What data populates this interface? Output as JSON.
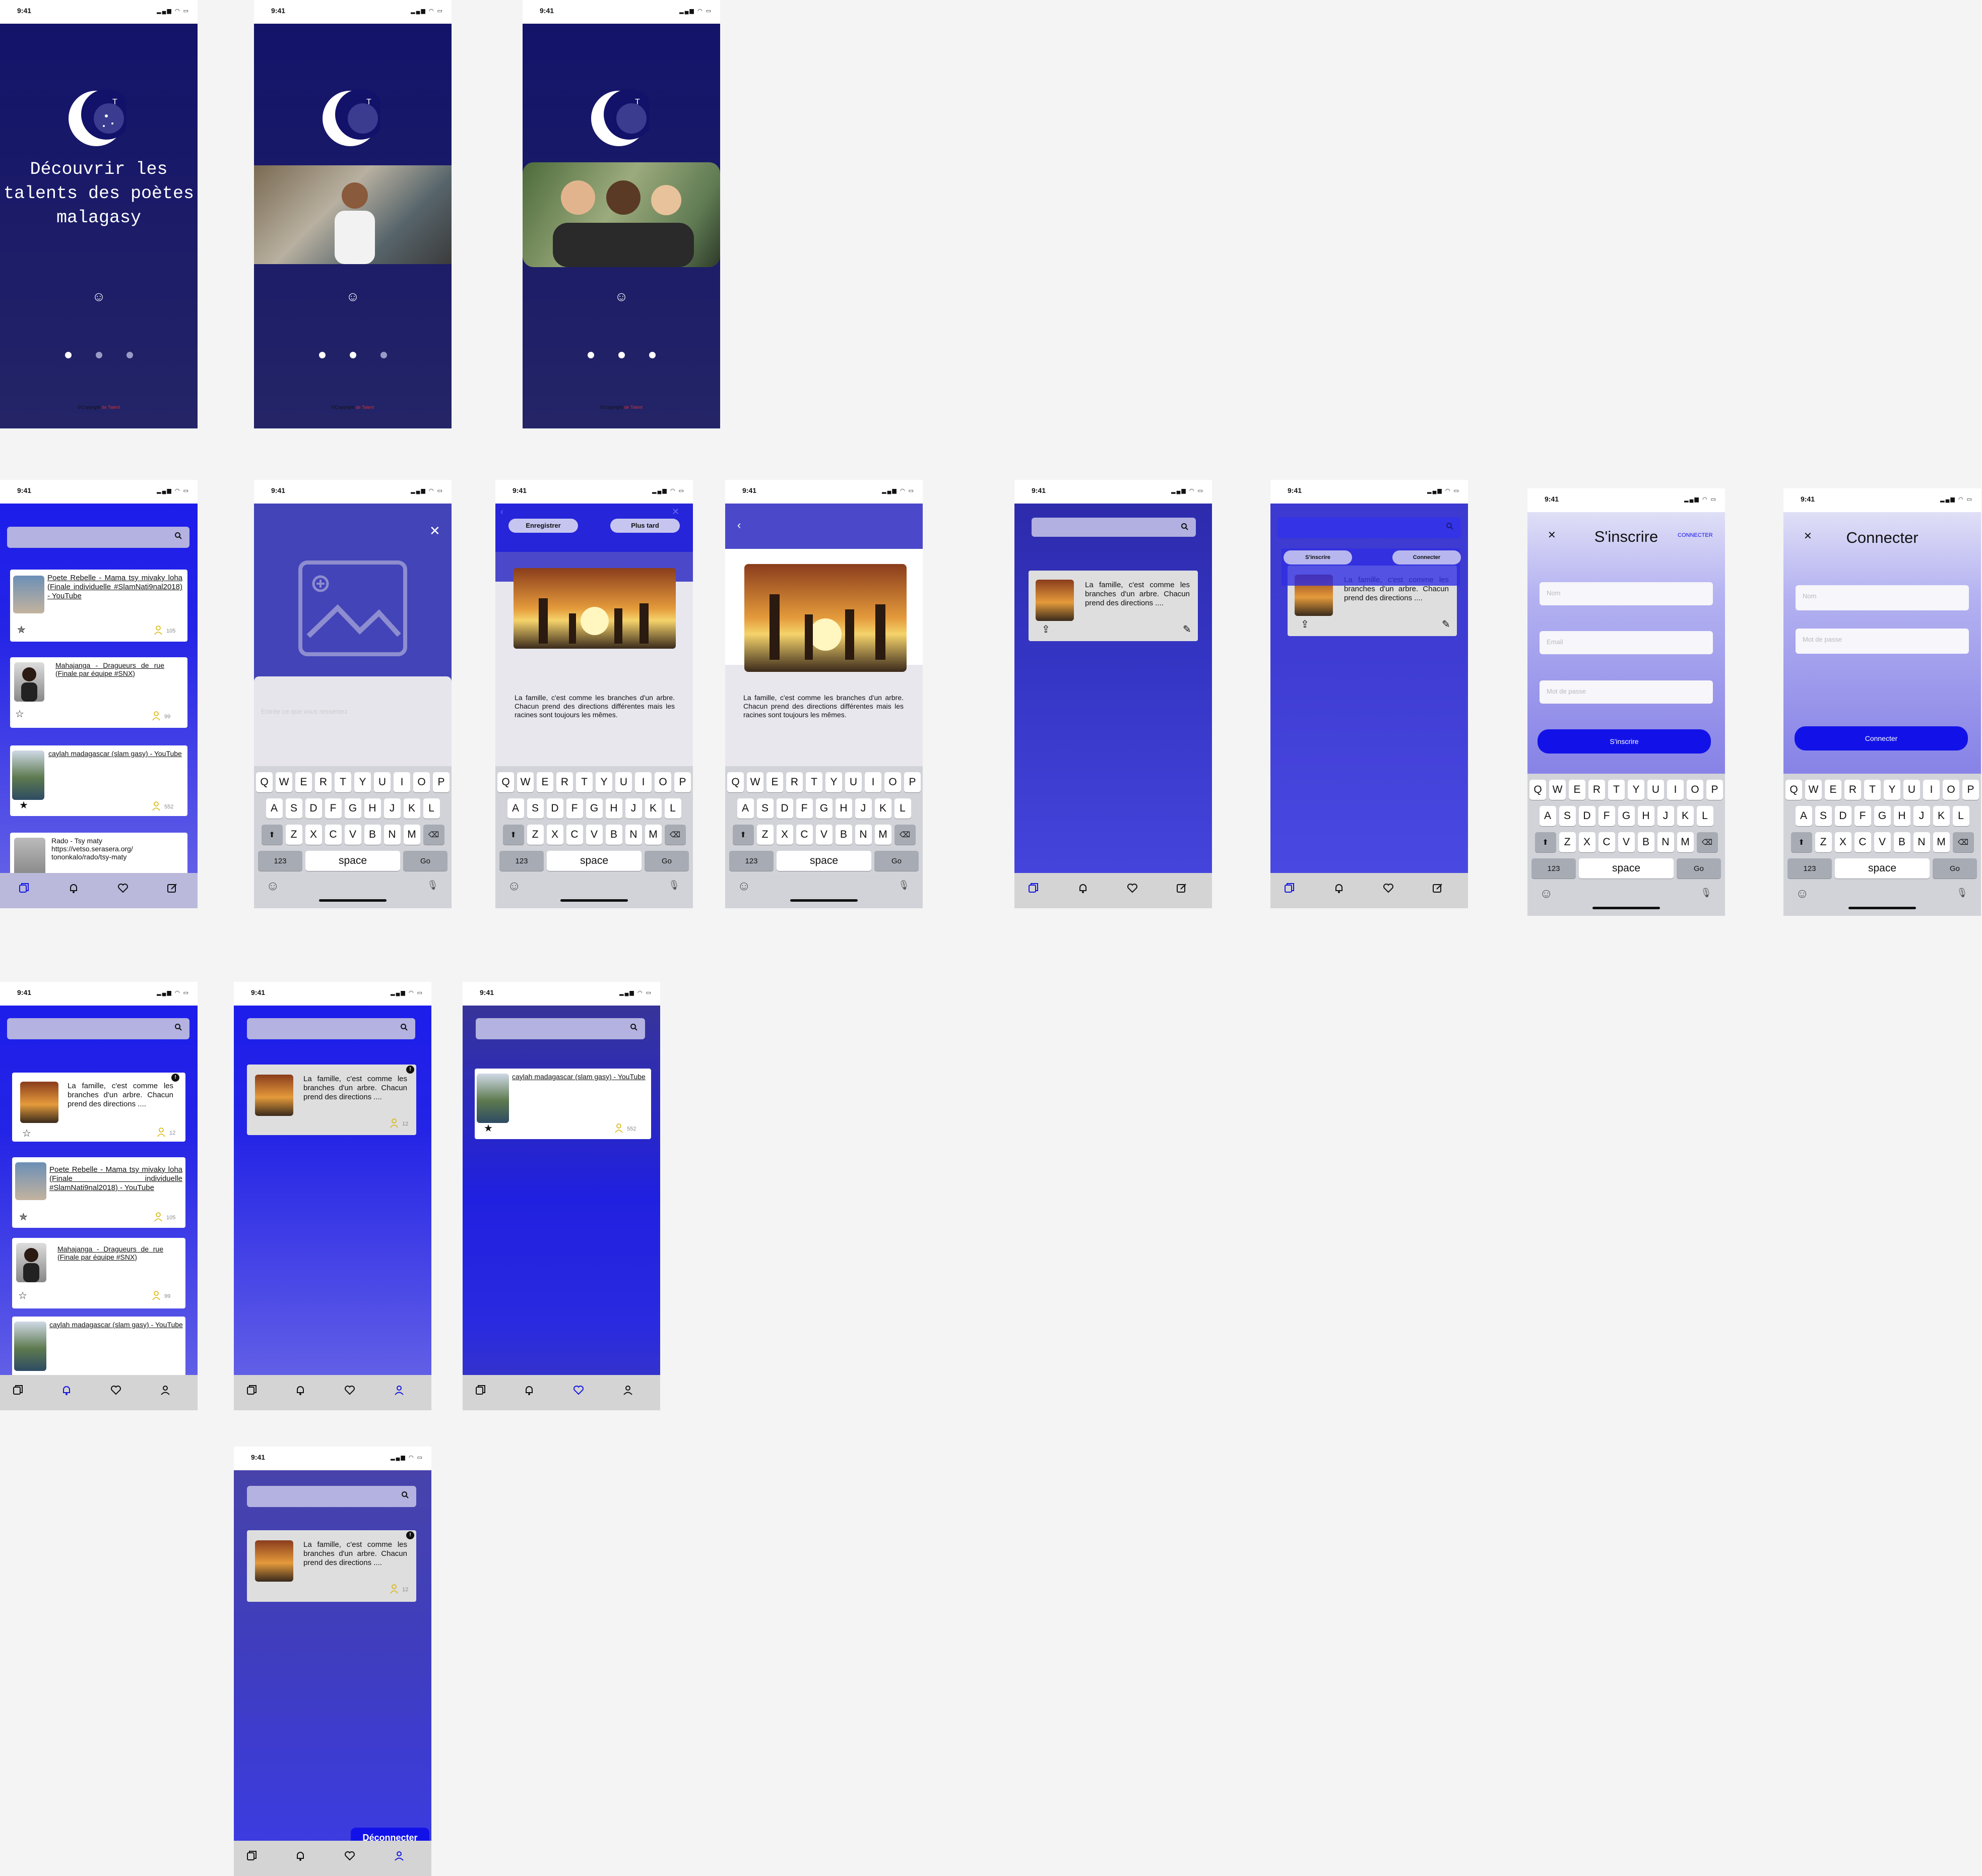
{
  "status_time": "9:41",
  "intro": {
    "title": "Découvrir les talents des poètes malagasy",
    "smile_icon": "☺",
    "copyright_label": "©Copyright",
    "copyright_brand": "de Talent"
  },
  "feed_items": [
    {
      "title": "Poete Rebelle - Mama tsy mivaky loha (Finale individuelle #SlamNati9nal2018) - YouTube",
      "count": "105"
    },
    {
      "title": "Mahajanga - Dragueurs de rue (Finale par équipe #SNX)",
      "count": "99"
    },
    {
      "title": "caylah madagascar (slam gasy) - YouTube",
      "count": "552"
    },
    {
      "title": "Rado - Tsy maty https://vetso.serasera.org/ tononkalo/rado/tsy-maty",
      "count": ""
    }
  ],
  "composer": {
    "placeholder": "Entrée ce que vous ressentez",
    "save_label": "Enregistrer",
    "later_label": "Plus tard",
    "poem": "La famille, c'est comme les branches d'un arbre. Chacun prend des directions différentes mais les racines sont toujours les mêmes."
  },
  "my_post": {
    "excerpt": "La famille, c'est comme les branches d'un arbre. Chacun prend des directions ....",
    "count": "12"
  },
  "auth_toggle": {
    "signup": "S'inscrire",
    "login": "Connecter"
  },
  "signup": {
    "title": "S'inscrire",
    "switch_link": "CONNECTER",
    "name_placeholder": "Nom",
    "email_placeholder": "Email",
    "password_placeholder": "Mot de passe",
    "submit": "S'inscrire"
  },
  "login": {
    "title": "Connecter",
    "name_placeholder": "Nom",
    "password_placeholder": "Mot de passe",
    "submit": "Connecter"
  },
  "logout_label": "Déconnecter",
  "keyboard": {
    "row1": [
      "Q",
      "W",
      "E",
      "R",
      "T",
      "Y",
      "U",
      "I",
      "O",
      "P"
    ],
    "row2": [
      "A",
      "S",
      "D",
      "F",
      "G",
      "H",
      "J",
      "K",
      "L"
    ],
    "row3": [
      "Z",
      "X",
      "C",
      "V",
      "B",
      "N",
      "M"
    ],
    "numbers": "123",
    "space": "space",
    "go": "Go"
  },
  "icons": [
    "search-icon",
    "close-icon",
    "back-icon",
    "star-icon",
    "user-icon",
    "home-icon",
    "bell-icon",
    "heart-icon",
    "edit-icon",
    "upload-icon",
    "pencil-icon",
    "image-placeholder-icon",
    "emoji-icon",
    "mic-icon",
    "shift-icon",
    "delete-icon"
  ],
  "colors": {
    "primary": "#1212e8",
    "intro_bg": "#12126a",
    "count_icon": "#d8b400"
  }
}
